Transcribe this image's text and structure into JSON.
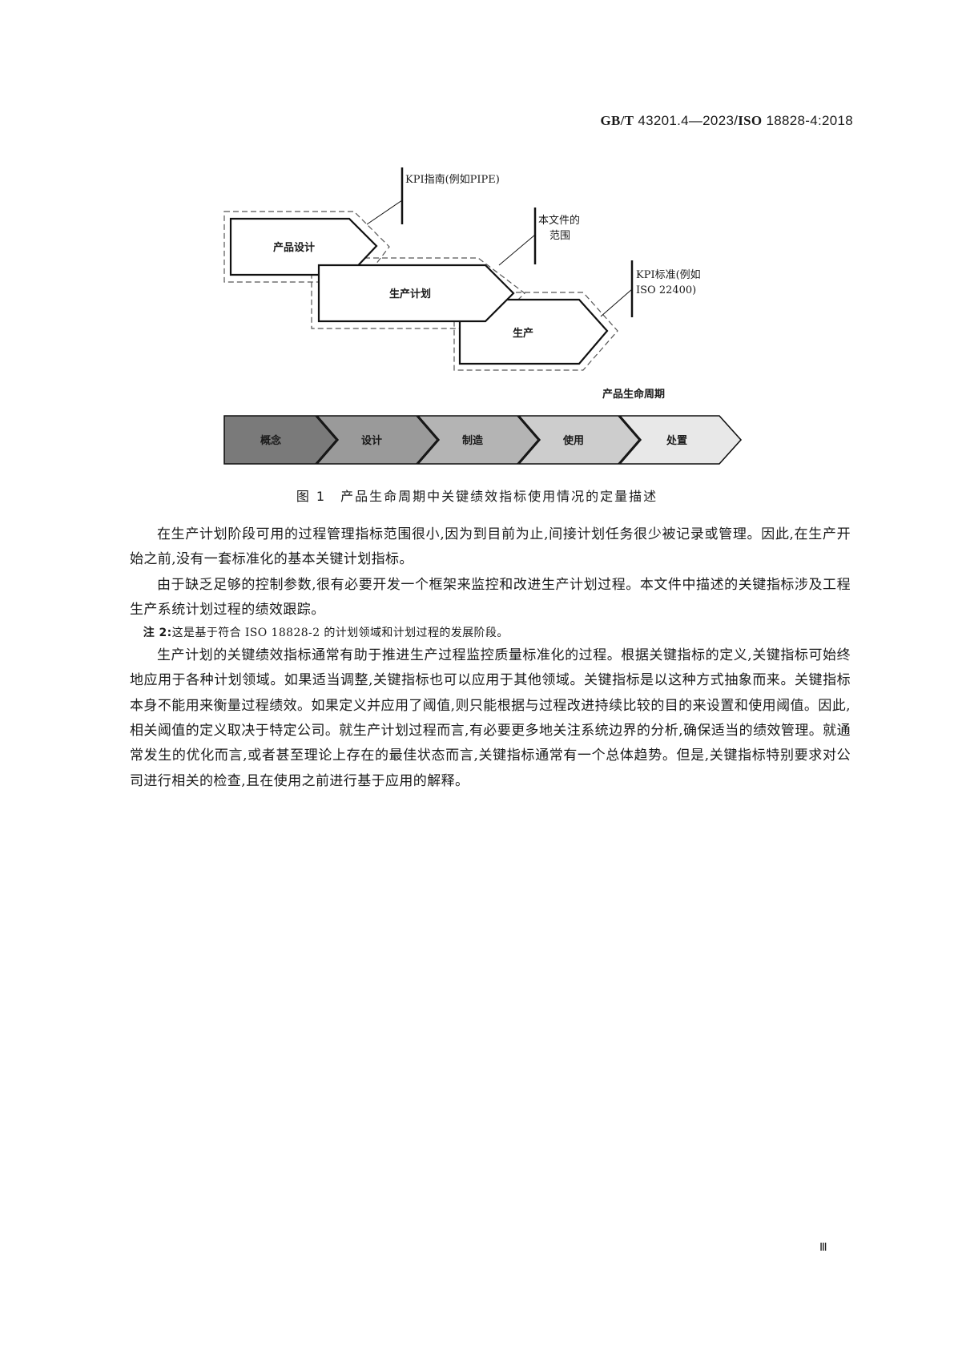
{
  "header": {
    "std_prefix": "GB/T",
    "std_number": "43201.4—2023/",
    "iso_prefix": "ISO",
    "iso_number": "18828-4:2018"
  },
  "figure": {
    "process_boxes": [
      {
        "label": "产品设计"
      },
      {
        "label": "生产计划"
      },
      {
        "label": "生产"
      }
    ],
    "callouts": [
      {
        "lines": [
          "KPI指南(例如PIPE)"
        ]
      },
      {
        "lines": [
          "本文件的",
          "范围"
        ]
      },
      {
        "lines": [
          "KPI标准(例如",
          "ISO 22400)"
        ]
      }
    ],
    "lifecycle_title": "产品生命周期",
    "lifecycle_stages": [
      {
        "label": "概念",
        "color": "#7a7a7a"
      },
      {
        "label": "设计",
        "color": "#9a9a9a"
      },
      {
        "label": "制造",
        "color": "#b4b4b4"
      },
      {
        "label": "使用",
        "color": "#cdcdcd"
      },
      {
        "label": "处置",
        "color": "#e8e8e8"
      }
    ],
    "caption_number": "图 1",
    "caption_text": "产品生命周期中关键绩效指标使用情况的定量描述"
  },
  "body": {
    "paragraphs": [
      "在生产计划阶段可用的过程管理指标范围很小,因为到目前为止,间接计划任务很少被记录或管理。因此,在生产开始之前,没有一套标准化的基本关键计划指标。",
      "由于缺乏足够的控制参数,很有必要开发一个框架来监控和改进生产计划过程。本文件中描述的关键指标涉及工程生产系统计划过程的绩效跟踪。"
    ],
    "note_label": "注 2:",
    "note_text": "这是基于符合 ISO 18828-2 的计划领域和计划过程的发展阶段。",
    "paragraph_after_note": "生产计划的关键绩效指标通常有助于推进生产过程监控质量标准化的过程。根据关键指标的定义,关键指标可始终地应用于各种计划领域。如果适当调整,关键指标也可以应用于其他领域。关键指标是以这种方式抽象而来。关键指标本身不能用来衡量过程绩效。如果定义并应用了阈值,则只能根据与过程改进持续比较的目的来设置和使用阈值。因此,相关阈值的定义取决于特定公司。就生产计划过程而言,有必要更多地关注系统边界的分析,确保适当的绩效管理。就通常发生的优化而言,或者甚至理论上存在的最佳状态而言,关键指标通常有一个总体趋势。但是,关键指标特别要求对公司进行相关的检查,且在使用之前进行基于应用的解释。"
  },
  "page_number": "Ⅲ"
}
